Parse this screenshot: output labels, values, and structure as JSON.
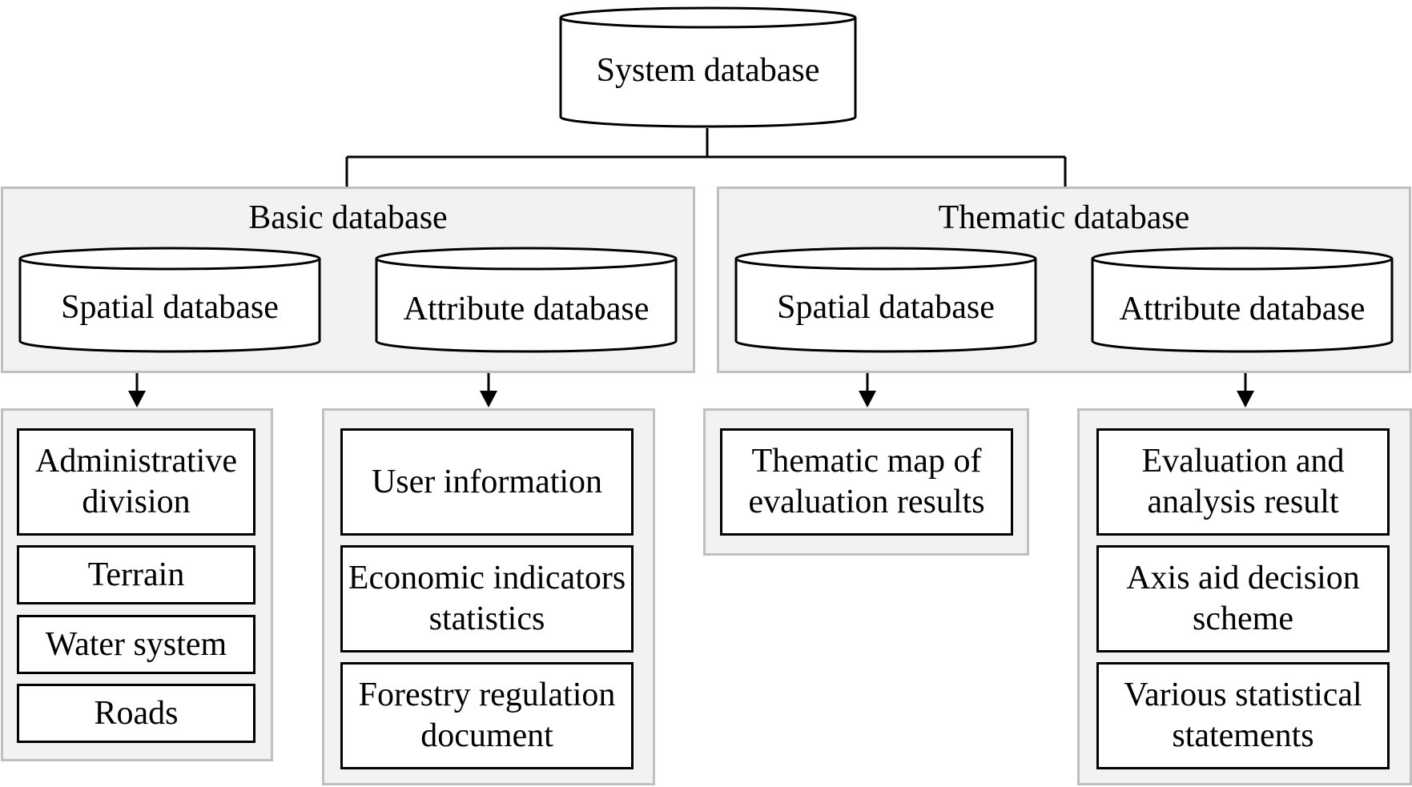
{
  "root": {
    "label": "System database"
  },
  "groups": {
    "basic": {
      "title": "Basic database"
    },
    "thematic": {
      "title": "Thematic database"
    }
  },
  "databases": {
    "basic_spatial": {
      "label": "Spatial database"
    },
    "basic_attribute": {
      "label": "Attribute database"
    },
    "thematic_spatial": {
      "label": "Spatial database"
    },
    "thematic_attribute": {
      "label": "Attribute database"
    }
  },
  "contents": {
    "basic_spatial": [
      "Administrative division",
      "Terrain",
      "Water system",
      "Roads"
    ],
    "basic_attribute": [
      "User information",
      "Economic indicators statistics",
      "Forestry regulation document"
    ],
    "thematic_spatial": [
      "Thematic map of evaluation results"
    ],
    "thematic_attribute": [
      "Evaluation and analysis result",
      "Axis aid decision scheme",
      "Various statistical statements"
    ]
  }
}
